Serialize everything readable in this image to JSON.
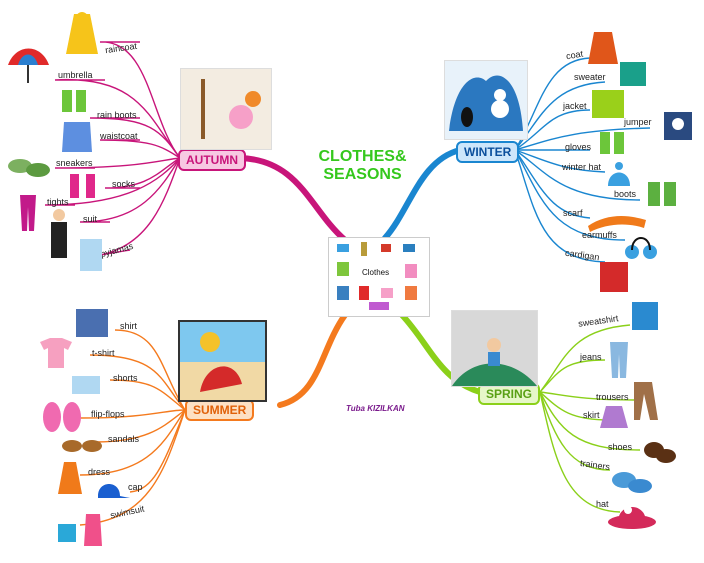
{
  "title": "CLOTHES& SEASONS",
  "center": "Clothes",
  "author": "Tuba KIZILKAN",
  "colors": {
    "autumn": "#c8157a",
    "winter": "#1a86d0",
    "summer": "#f47a1e",
    "spring": "#8bd01a"
  },
  "autumn": {
    "label": "AUTUMN",
    "items": [
      "raincoat",
      "umbrella",
      "rain boots",
      "waistcoat",
      "sneakers",
      "socks",
      "tights",
      "suit",
      "pyjamas"
    ]
  },
  "winter": {
    "label": "WINTER",
    "items": [
      "coat",
      "sweater",
      "jacket",
      "jumper",
      "gloves",
      "winter hat",
      "boots",
      "scarf",
      "earmuffs",
      "cardigan"
    ]
  },
  "summer": {
    "label": "SUMMER",
    "items": [
      "shirt",
      "t-shirt",
      "shorts",
      "flip-flops",
      "sandals",
      "dress",
      "cap",
      "swimsuit"
    ]
  },
  "spring": {
    "label": "SPRING",
    "items": [
      "sweatshirt",
      "jeans",
      "trousers",
      "skirt",
      "shoes",
      "trainers",
      "hat"
    ]
  }
}
